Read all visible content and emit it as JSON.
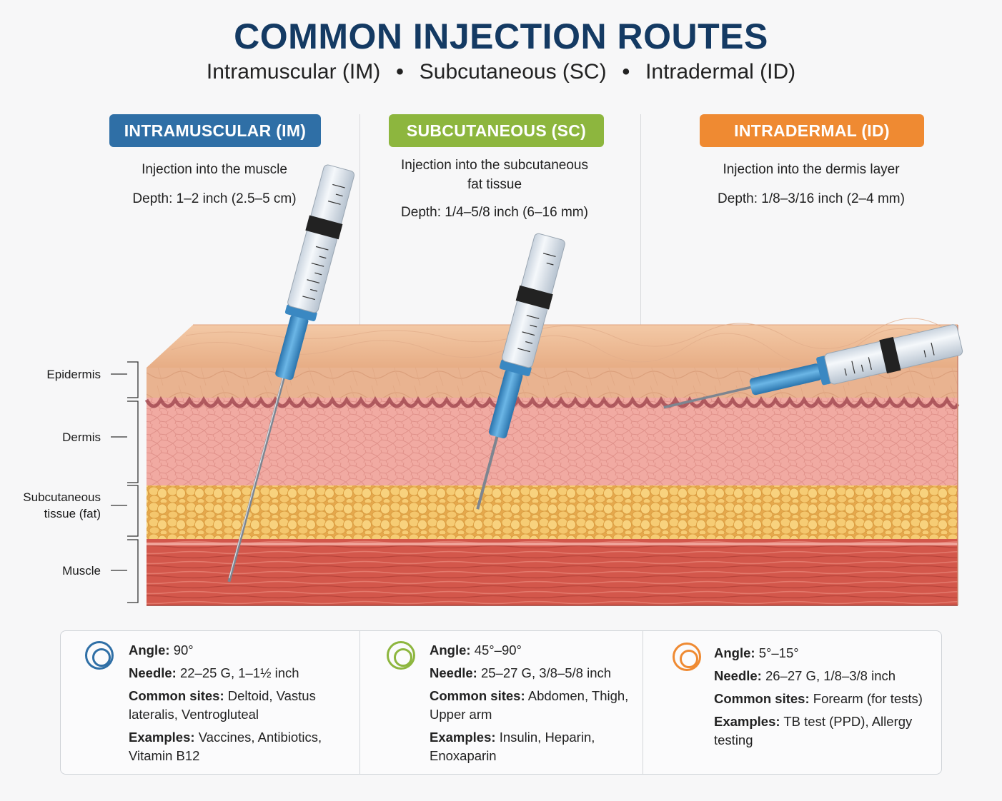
{
  "header": {
    "title": "COMMON INJECTION ROUTES",
    "subtitle_parts": [
      "Intramuscular (IM)",
      "Subcutaneous (SC)",
      "Intradermal (ID)"
    ],
    "separator": "•"
  },
  "routes": [
    {
      "badge": "INTRAMUSCULAR (IM)",
      "color": "#2f6fa6",
      "desc": "Injection into the muscle",
      "depth": "Depth: 1–2 inch (2.5–5 cm)",
      "info": {
        "angle_label": "Angle:",
        "angle": "90°",
        "needle_label": "Needle:",
        "needle": "22–25 G, 1–1½ inch",
        "sites_label": "Common sites:",
        "sites_line1": "Deltoid, Vastus",
        "sites_line2": "lateralis, Ventrogluteal",
        "examples_label": "Examples:",
        "examples_line1": "Vaccines, Antibiotics,",
        "examples_line2": "Vitamin B12"
      }
    },
    {
      "badge": "SUBCUTANEOUS (SC)",
      "color": "#8db63e",
      "desc_line1": "Injection into the subcutaneous",
      "desc_line2": "fat tissue",
      "depth": "Depth: 1/4–5/8 inch (6–16 mm)",
      "info": {
        "angle_label": "Angle:",
        "angle": "45°–90°",
        "needle_label": "Needle:",
        "needle": "25–27 G, 3/8–5/8 inch",
        "sites_label": "Common sites:",
        "sites_line1": "Abdomen, Thigh,",
        "sites_line2": "Upper arm",
        "examples_label": "Examples:",
        "examples_line1": "Insulin, Heparin,",
        "examples_line2": "Enoxaparin"
      }
    },
    {
      "badge": "INTRADERMAL (ID)",
      "color": "#ef8a32",
      "desc": "Injection into the dermis layer",
      "depth": "Depth: 1/8–3/16 inch (2–4 mm)",
      "info": {
        "angle_label": "Angle:",
        "angle": "5°–15°",
        "needle_label": "Needle:",
        "needle": "26–27 G, 1/8–3/8 inch",
        "sites_label": "Common sites:",
        "sites_line1": "Forearm (for tests)",
        "examples_label": "Examples:",
        "examples_line1": "TB test (PPD), Allergy",
        "examples_line2": "testing"
      }
    }
  ],
  "layers": {
    "epidermis": "Epidermis",
    "dermis": "Dermis",
    "subcutaneous_line1": "Subcutaneous",
    "subcutaneous_line2": "tissue (fat)",
    "muscle": "Muscle"
  },
  "colors": {
    "title": "#143a63",
    "epidermis": "#eab48e",
    "dermis": "#f0a9a0",
    "fat": "#f3c56c",
    "muscle": "#d4574c",
    "needle_hub": "#3d93cf"
  }
}
